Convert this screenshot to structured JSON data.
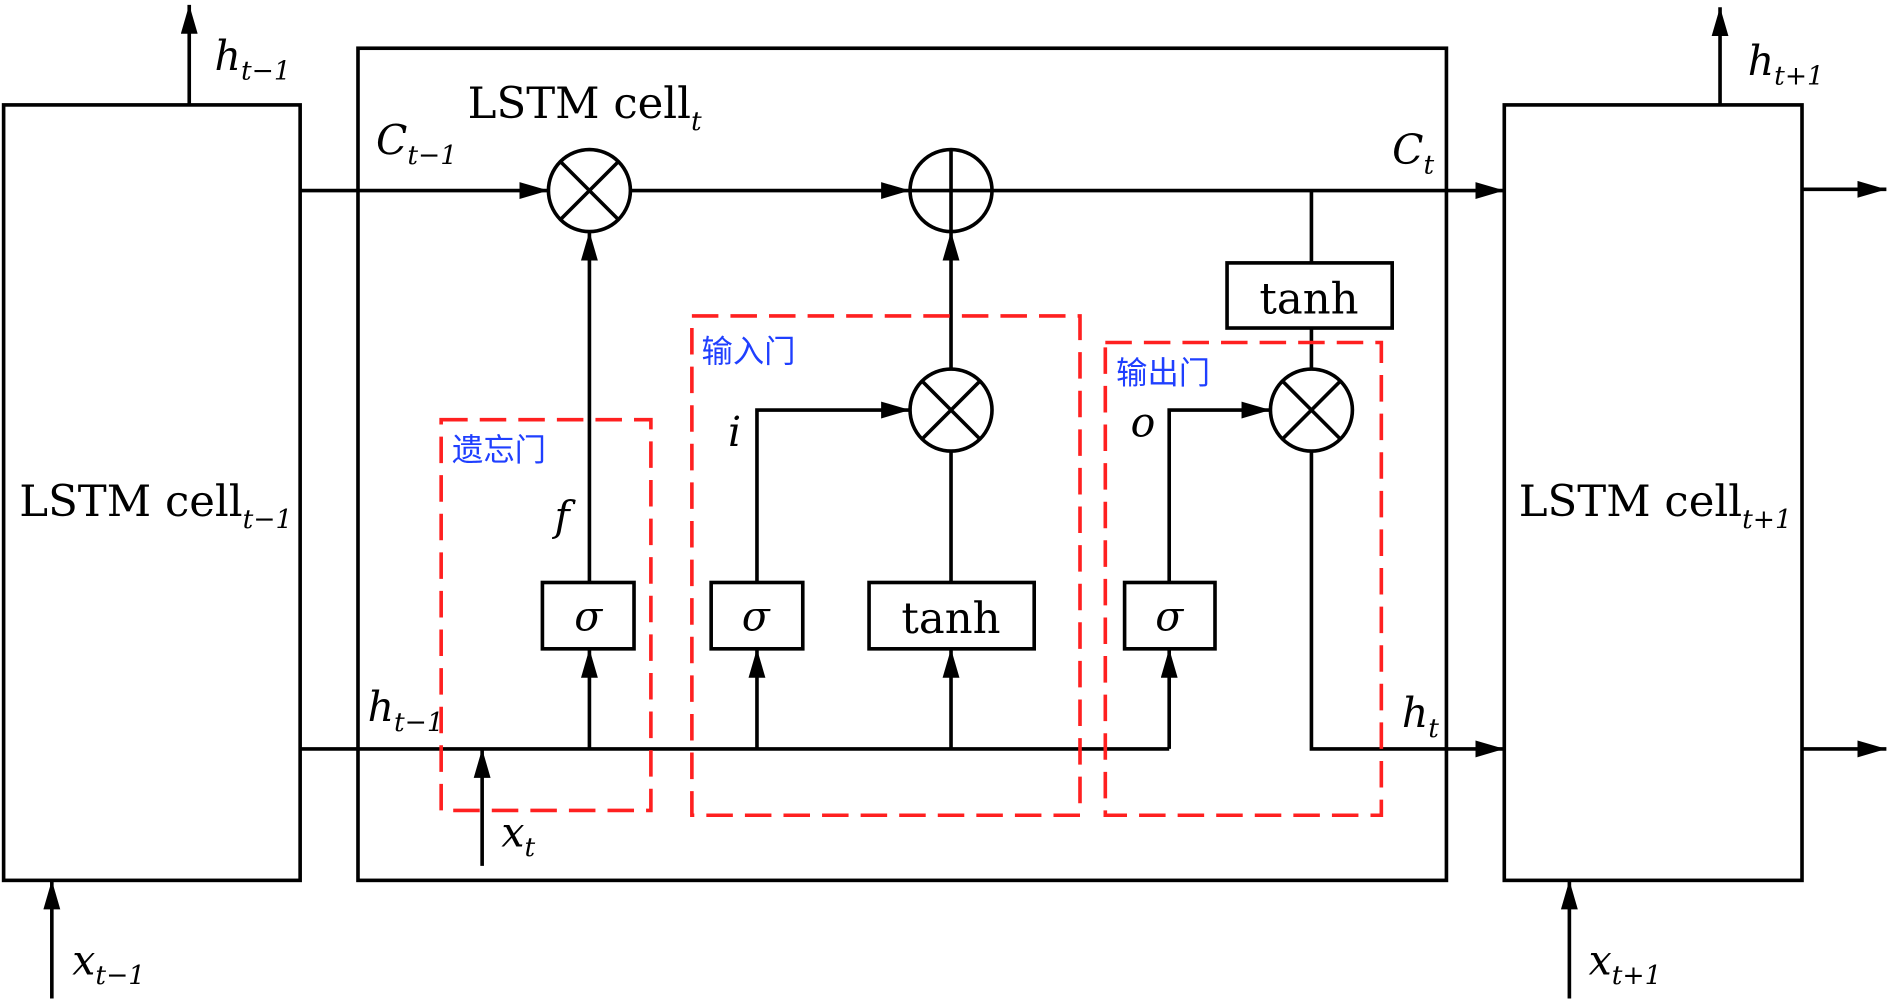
{
  "cells": {
    "prev": {
      "name": "LSTM cell",
      "sub": "t−1"
    },
    "current": {
      "name": "LSTM cell",
      "sub": "t"
    },
    "next": {
      "name": "LSTM cell",
      "sub": "t+1"
    }
  },
  "labels": {
    "h": "h",
    "x": "x",
    "C": "C",
    "t_minus_1": "t−1",
    "t": "t",
    "t_plus_1": "t+1",
    "f": "f",
    "i": "i",
    "o": "o"
  },
  "operators": {
    "sigma": "σ",
    "tanh": "tanh"
  },
  "gates": {
    "forget": "遗忘门",
    "input": "输入门",
    "output": "输出门"
  },
  "colors": {
    "gate_border": "#ff2020",
    "gate_label": "#1f3fff",
    "lines": "#000000"
  }
}
